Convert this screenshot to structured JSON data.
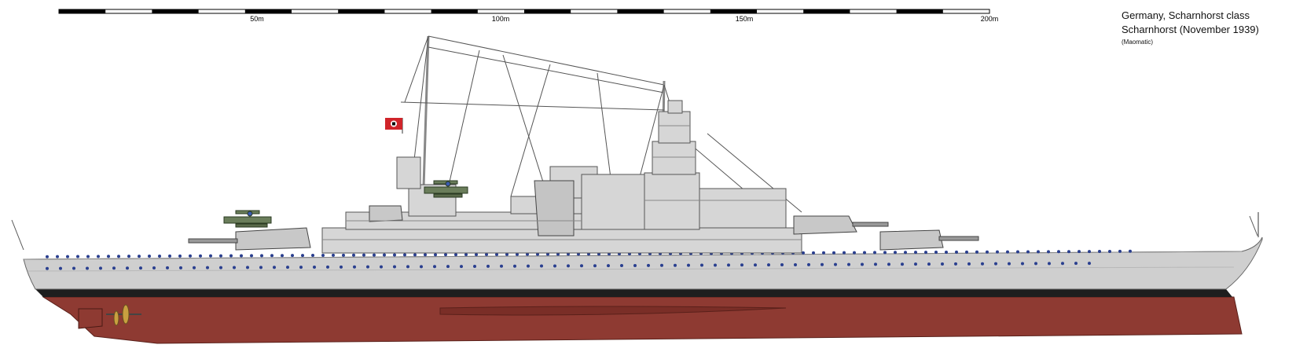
{
  "caption": {
    "line1": "Germany, Scharnhorst class",
    "line2": "Scharnhorst (November 1939)",
    "credit": "(Maomatic)"
  },
  "scale_bar": {
    "labels": [
      "50m",
      "100m",
      "150m",
      "200m"
    ]
  },
  "colors": {
    "hull_upper": "#cfcfcf",
    "hull_lower": "#8e3a32",
    "boot_topping": "#1e1e1e",
    "superstructure": "#d6d6d6",
    "turret": "#c8c8c8",
    "porthole": "#2a3f8f",
    "rigging": "#555555",
    "flag_red": "#d0242a",
    "seaplane": "#6a7d5a"
  },
  "icons": [
    "battleship-profile-icon",
    "seaplane-icon",
    "flag-icon"
  ]
}
